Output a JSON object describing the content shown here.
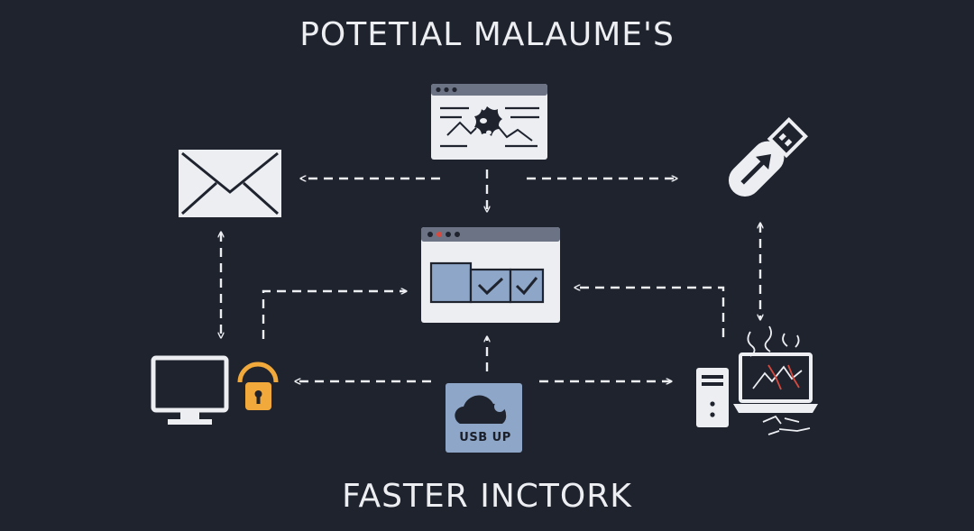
{
  "title_top": "POTETIAL MALAUME'S",
  "title_bottom": "FASTER INCTORK",
  "cloud_node_label": "USB UP",
  "colors": {
    "background": "#1f232e",
    "foreground": "#eceef2",
    "panel_blue": "#8ea6c7",
    "lock_orange": "#f2a93b",
    "alert_red": "#d64a3f"
  },
  "icons": {
    "top": "malware-browser-window-icon",
    "left": "email-envelope-icon",
    "right": "usb-drive-icon",
    "center": "browser-window-checkmarks-icon",
    "bottom_left": "monitor-icon",
    "lock": "padlock-icon",
    "bottom_center": "cloud-icon",
    "bottom_right": "desktop-computer-icon"
  }
}
